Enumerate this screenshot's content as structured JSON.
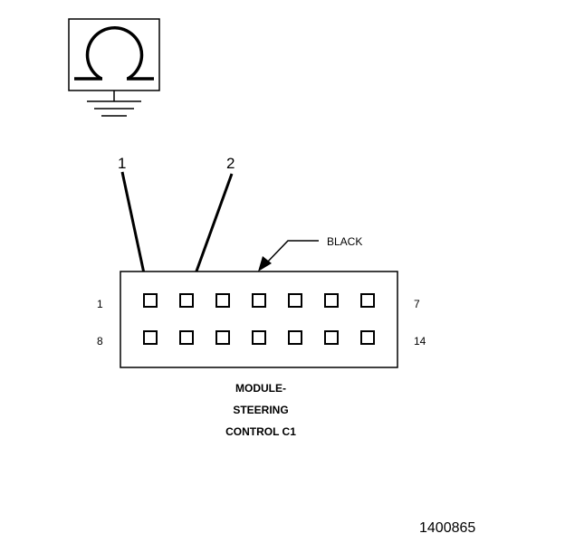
{
  "meter_icon": {
    "symbol": "Ω",
    "icon": "ohmmeter-icon"
  },
  "callouts": [
    {
      "id": "callout-1",
      "label": "1"
    },
    {
      "id": "callout-2",
      "label": "2"
    }
  ],
  "connector": {
    "color_label": "BLACK",
    "top_row": {
      "first_pin": "1",
      "last_pin": "7",
      "pin_count": 7
    },
    "bottom_row": {
      "first_pin": "8",
      "last_pin": "14",
      "pin_count": 7
    },
    "name_lines": [
      "MODULE-",
      "STEERING",
      "CONTROL C1"
    ]
  },
  "figure_number": "1400865"
}
